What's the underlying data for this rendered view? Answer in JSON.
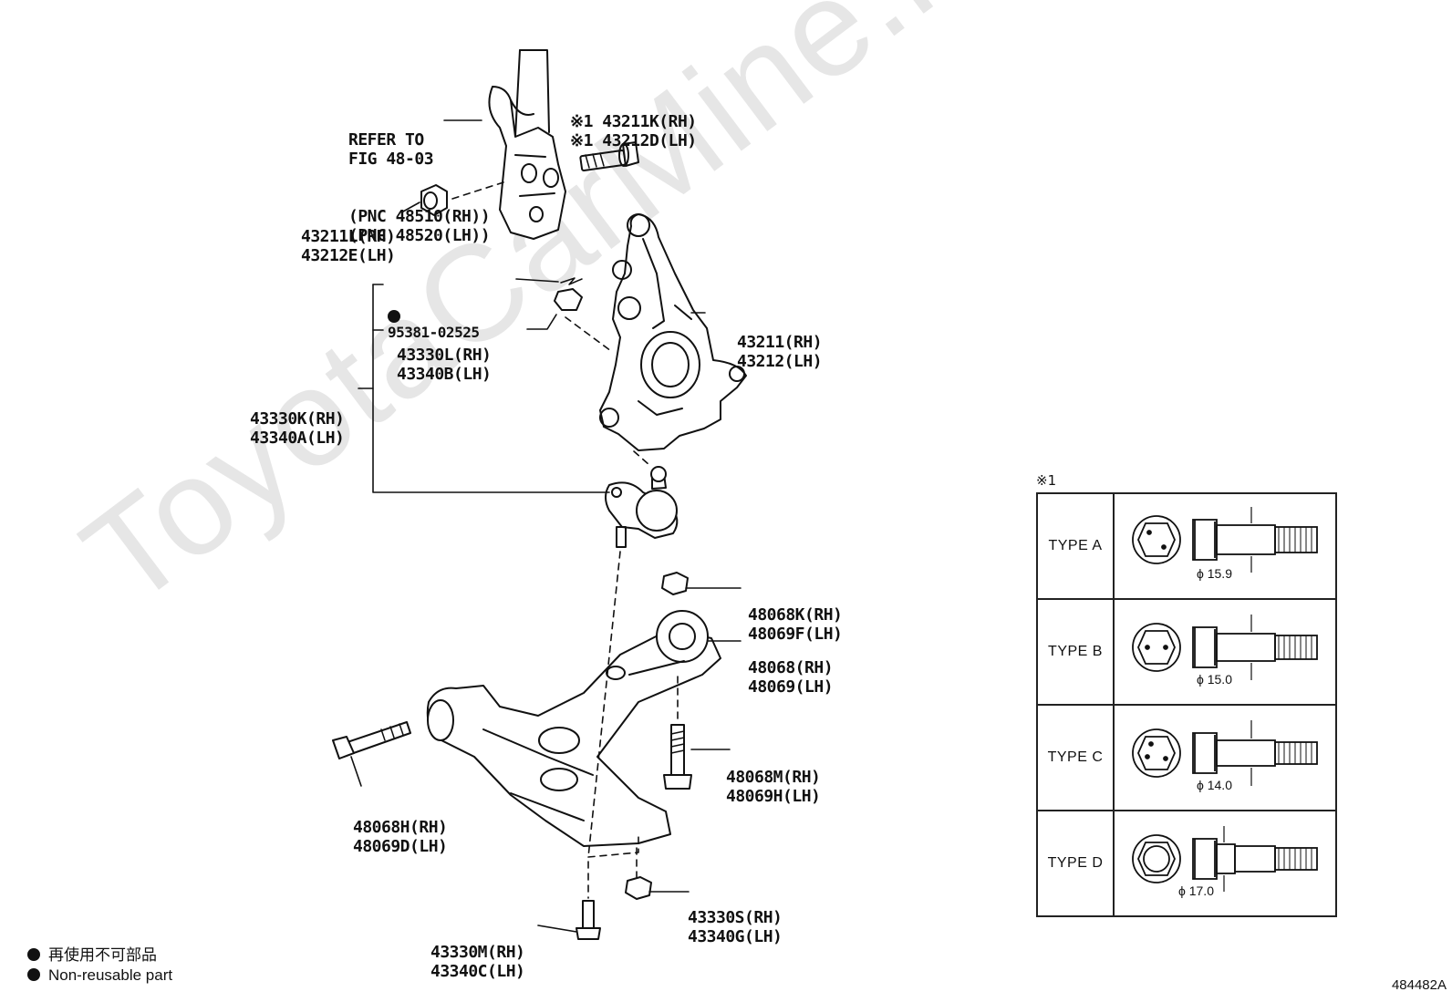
{
  "watermark": "ToyotaCarMine.ru",
  "figure_id": "484482A",
  "labels": {
    "refer": [
      "REFER TO",
      "FIG 48-03",
      "(PNC 48510(RH))",
      "(PNC 48520(LH))"
    ],
    "bolt_top": [
      "※1 43211K(RH)",
      "※1 43212D(LH)"
    ],
    "nut_top": [
      "43211L(RH)",
      "43212E(LH)"
    ],
    "pin": "95381-02525",
    "ball_nut": [
      "43330L(RH)",
      "43340B(LH)"
    ],
    "ball_joint": [
      "43330K(RH)",
      "43340A(LH)"
    ],
    "knuckle": [
      "43211(RH)",
      "43212(LH)"
    ],
    "arm_nut": [
      "48068K(RH)",
      "48069F(LH)"
    ],
    "lower_arm": [
      "48068(RH)",
      "48069(LH)"
    ],
    "arm_bolt_right": [
      "48068M(RH)",
      "48069H(LH)"
    ],
    "arm_bolt_left": [
      "48068H(RH)",
      "48069D(LH)"
    ],
    "bottom_nut": [
      "43330S(RH)",
      "43340G(LH)"
    ],
    "bottom_bolt": [
      "43330M(RH)",
      "43340C(LH)"
    ]
  },
  "legend": {
    "jp": "再使用不可部品",
    "en": "Non-reusable part"
  },
  "note_table": {
    "mark": "※1",
    "rows": [
      {
        "type": "TYPE A",
        "diameter": "ϕ 15.9"
      },
      {
        "type": "TYPE B",
        "diameter": "ϕ 15.0"
      },
      {
        "type": "TYPE C",
        "diameter": "ϕ 14.0"
      },
      {
        "type": "TYPE D",
        "diameter": "ϕ 17.0"
      }
    ]
  }
}
